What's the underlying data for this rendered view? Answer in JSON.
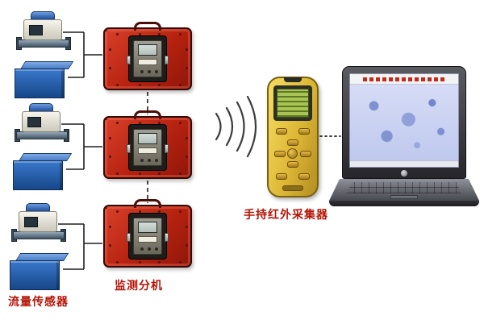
{
  "diagram": {
    "labels": {
      "flow_sensor": "流量传感器",
      "monitor_unit": "监测分机",
      "handheld_collector": "手持红外采集器"
    },
    "counts": {
      "sensor_groups": 3,
      "monitor_cases": 3
    },
    "colors": {
      "label_text": "#b51507",
      "case_red": "#b5220f",
      "sensor_box_blue": "#2a63b4",
      "handheld_yellow": "#ddb735",
      "lcd_green": "#a9c455"
    }
  }
}
